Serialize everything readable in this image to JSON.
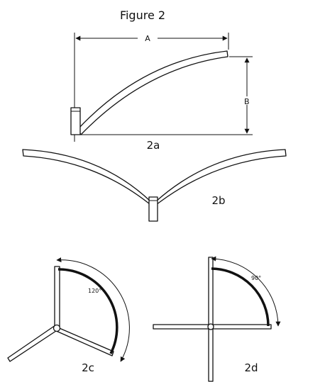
{
  "title": "Figure 2",
  "fig2a": {
    "label": "2a",
    "dim_a": "A",
    "dim_b": "B"
  },
  "fig2b": {
    "label": "2b"
  },
  "fig2c": {
    "label": "2c",
    "angle": "120°"
  },
  "fig2d": {
    "label": "2d",
    "angle": "90°"
  }
}
